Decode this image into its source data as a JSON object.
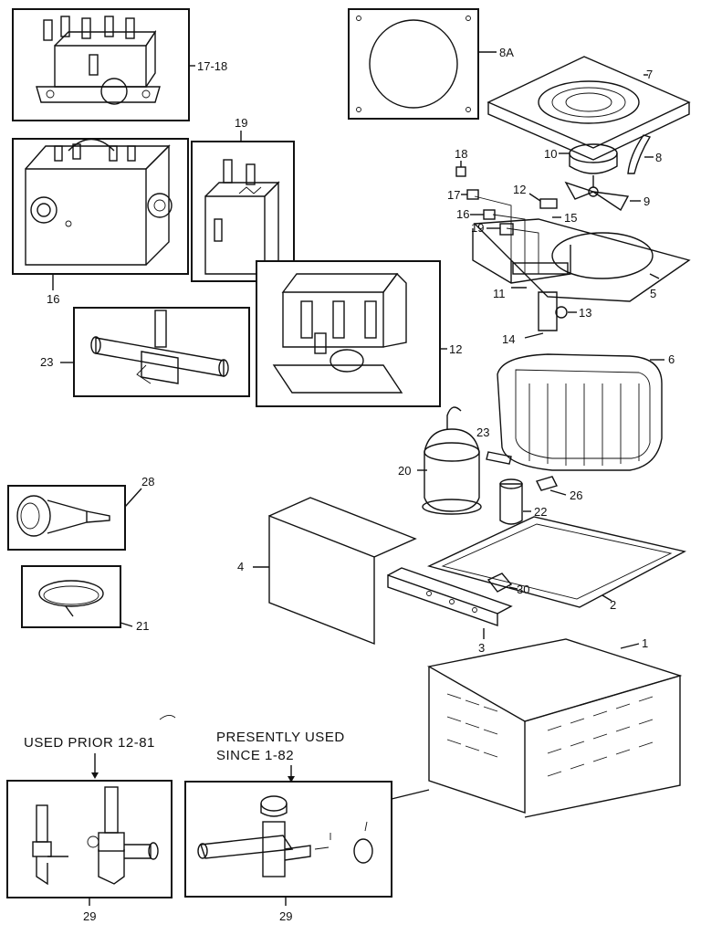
{
  "labels": {
    "p1": "1",
    "p2": "2",
    "p3": "3",
    "p4": "4",
    "p5": "5",
    "p6": "6",
    "p7": "7",
    "p8": "8",
    "p8a": "8A",
    "p9": "9",
    "p10": "10",
    "p11": "11",
    "p12_inset": "12",
    "p12_main": "12",
    "p13": "13",
    "p14": "14",
    "p15": "15",
    "p16_inset": "16",
    "p16_main": "16",
    "p17_main": "17",
    "p17_18_inset": "17-18",
    "p18_main": "18",
    "p19_inset": "19",
    "p19_main": "19",
    "p20": "20",
    "p21": "21",
    "p22": "22",
    "p23_inset": "23",
    "p23_main": "23",
    "p26": "26",
    "p28": "28",
    "p29_left": "29",
    "p29_right": "29",
    "p30": "30"
  },
  "notes": {
    "used_prior": "USED PRIOR 12-81",
    "presently_used_line1": "PRESENTLY USED",
    "presently_used_line2": "SINCE 1-82"
  }
}
